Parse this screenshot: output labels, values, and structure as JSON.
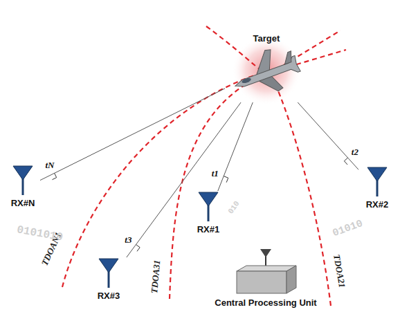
{
  "diagram": {
    "nodes": [
      {
        "text": [
          "Target"
        ]
      },
      {
        "text": [
          "RX#N"
        ]
      },
      {
        "text": [
          "RX#1"
        ]
      },
      {
        "text": [
          "RX#2"
        ]
      },
      {
        "text": [
          "RX#3"
        ]
      },
      {
        "text": [
          "Central Processing Unit"
        ]
      }
    ],
    "edges": [
      {
        "from": 0,
        "to": 1,
        "arrow": "none",
        "label": "tN"
      },
      {
        "from": 0,
        "to": 2,
        "arrow": "none",
        "label": "t1"
      },
      {
        "from": 0,
        "to": 3,
        "arrow": "none",
        "label": "t2"
      },
      {
        "from": 0,
        "to": 4,
        "arrow": "none",
        "label": "t3"
      }
    ],
    "labels": [
      "TDOAN1",
      "TDOA31",
      "TDOA21",
      "0101010",
      "010",
      "01010"
    ]
  }
}
